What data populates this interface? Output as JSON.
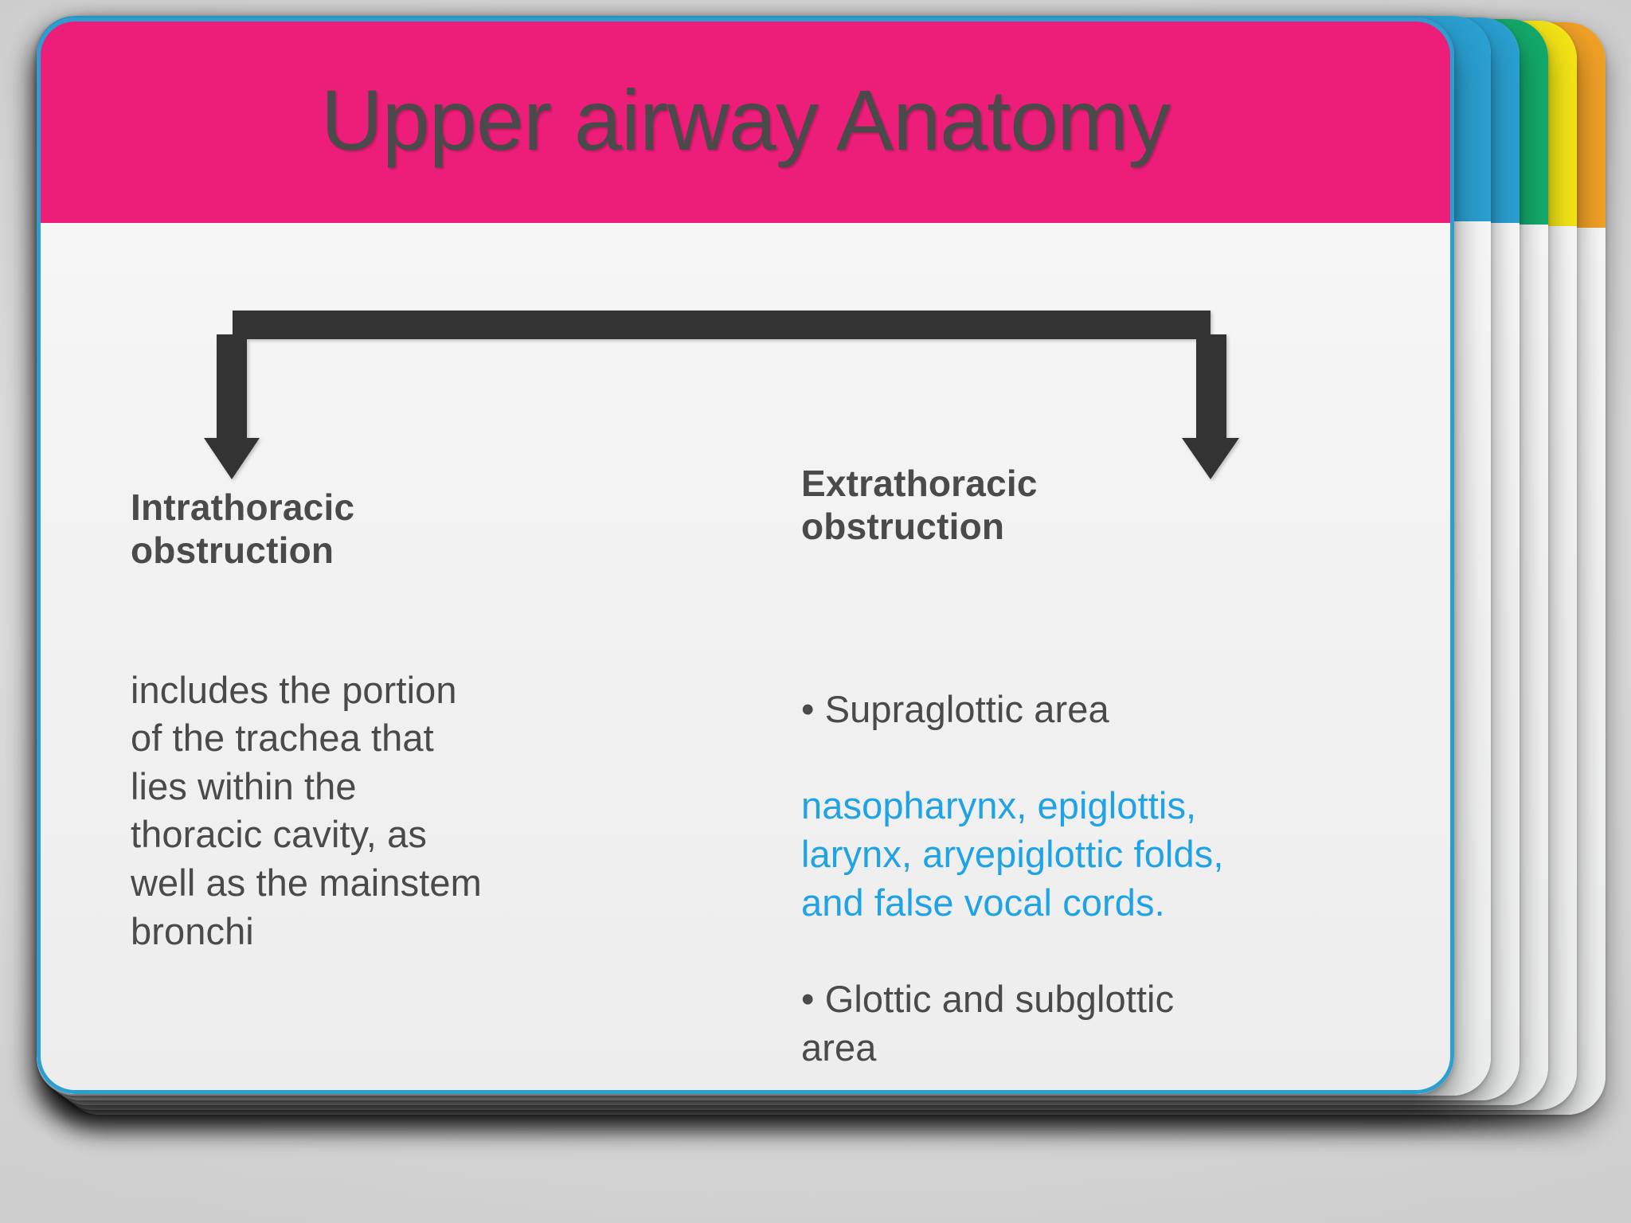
{
  "slide": {
    "title": "Upper airway Anatomy",
    "header_color": "#ec1e79",
    "accent_blue": "#1fa3e6",
    "text_color": "#4a4a4a",
    "body_background": "#f2f2f2",
    "canvas_background": "#d2d2d2"
  },
  "stack_tabs": [
    {
      "name": "tab-pink",
      "color": "#ec1e79"
    },
    {
      "name": "tab-blue",
      "color": "#2a9fd0"
    },
    {
      "name": "tab-green",
      "color": "#13a86a"
    },
    {
      "name": "tab-yellow",
      "color": "#f2e316"
    },
    {
      "name": "tab-orange",
      "color": "#efa026"
    }
  ],
  "diagram": {
    "connector": "bracket-down-arrows",
    "arrow_color": "#333333",
    "branches": 2
  },
  "columns": {
    "left": {
      "heading": "Intrathoracic\nobstruction",
      "body": "includes the portion\nof the trachea that\nlies within the\nthoracic cavity, as\nwell as the mainstem\nbronchi"
    },
    "right": {
      "heading": "Extrathoracic\nobstruction",
      "bullet_1_lead": "• Supraglottic area",
      "bullet_1_detail": "nasopharynx, epiglottis,\nlarynx, aryepiglottic folds,\nand false vocal cords.",
      "bullet_2": "• Glottic and subglottic\narea"
    }
  }
}
